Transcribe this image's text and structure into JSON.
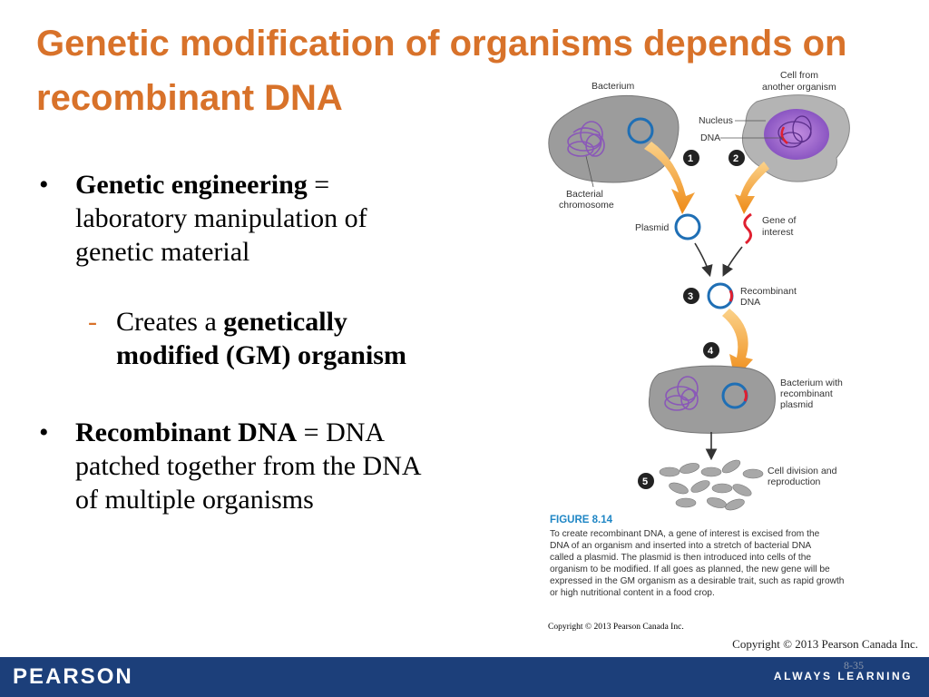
{
  "title": "Genetic modification of organisms depends on recombinant DNA",
  "bullets": {
    "b1": {
      "term": "Genetic engineering",
      "rest": " = laboratory manipulation of genetic material",
      "sub": {
        "prefix": "Creates a ",
        "bold": "genetically modified (GM) organism"
      }
    },
    "b2": {
      "term": "Recombinant DNA",
      "rest": " = DNA patched together from the DNA of multiple organisms"
    }
  },
  "figure": {
    "labels": {
      "bacterium": "Bacterium",
      "cell_from_1": "Cell from",
      "cell_from_2": "another organism",
      "nucleus": "Nucleus",
      "dna": "DNA",
      "bacterial_1": "Bacterial",
      "bacterial_2": "chromosome",
      "plasmid": "Plasmid",
      "gene_1": "Gene of",
      "gene_2": "interest",
      "recomb_1": "Recombinant",
      "recomb_2": "DNA",
      "bwr_1": "Bacterium with",
      "bwr_2": "recombinant",
      "bwr_3": "plasmid",
      "div_1": "Cell division and",
      "div_2": "reproduction"
    },
    "steps": [
      "1",
      "2",
      "3",
      "4",
      "5"
    ],
    "caption_head": "FIGURE 8.14",
    "caption_lines": [
      "To create recombinant DNA, a gene of interest is excised from the",
      "DNA of an organism and inserted into a stretch of bacterial DNA",
      "called a plasmid. The plasmid is then introduced into cells of the",
      "organism to be modified. If all goes as planned, the new gene will be",
      "expressed in the GM organism as a desirable trait, such as rapid growth",
      "or high nutritional content in a food crop."
    ],
    "figure_copyright": "Copyright © 2013 Pearson Canada Inc."
  },
  "copyright": "Copyright © 2013 Pearson Canada Inc.",
  "slide_number": "8-35",
  "footer": {
    "brand": "PEARSON",
    "tagline": "ALWAYS LEARNING"
  },
  "colors": {
    "accent": "#d8722a",
    "footer": "#1c3f7a",
    "plasmid": "#1f6fb5",
    "gene": "#e02030"
  }
}
